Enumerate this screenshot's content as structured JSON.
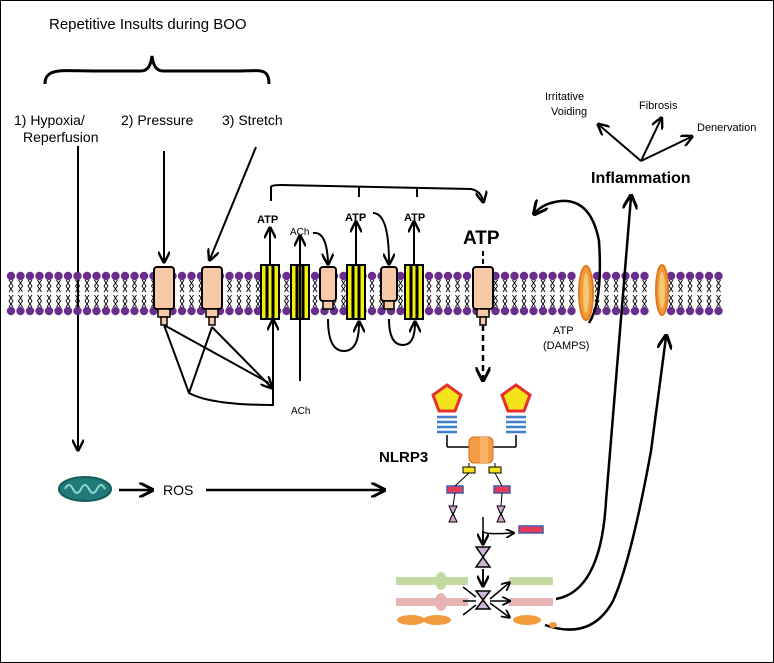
{
  "title": "Repetitive Insults during BOO",
  "insults": {
    "hypoxia_line1": "1) Hypoxia/",
    "hypoxia_line2": "Reperfusion",
    "pressure": "2) Pressure",
    "stretch": "3) Stretch"
  },
  "labels": {
    "atp": "ATP",
    "atp_big": "ATP",
    "ach": "ACh",
    "ach_bottom": "ACh",
    "atp_damps_line1": "ATP",
    "atp_damps_line2": "(DAMPS)",
    "nlrp3": "NLRP3",
    "ros": "ROS",
    "inflammation": "Inflammation",
    "irritative_line1": "Irritative",
    "irritative_line2": "Voiding",
    "fibrosis": "Fibrosis",
    "denervation": "Denervation"
  },
  "colors": {
    "receptor_fill": "#f8c9a6",
    "channel_fill": "#f2ee12",
    "lipid_head": "#6a2e8c",
    "pentagon_fill": "#f4e21b",
    "pentagon_stroke": "#e5302b",
    "nlrp3_orange": "#f59a45",
    "damp_orange": "#f39a3c",
    "green_bar": "#c3dba0",
    "pink_bar": "#e6b3b3",
    "mito": "#1f7a78"
  }
}
